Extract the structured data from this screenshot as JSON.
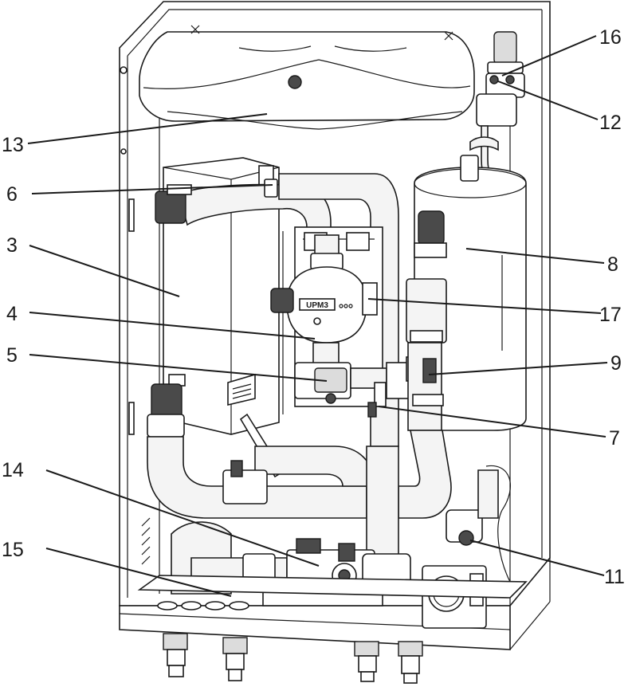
{
  "callouts": [
    {
      "id": "16",
      "label": "16"
    },
    {
      "id": "12",
      "label": "12"
    },
    {
      "id": "13",
      "label": "13"
    },
    {
      "id": "6",
      "label": "6"
    },
    {
      "id": "3",
      "label": "3"
    },
    {
      "id": "8",
      "label": "8"
    },
    {
      "id": "4",
      "label": "4"
    },
    {
      "id": "17",
      "label": "17"
    },
    {
      "id": "5",
      "label": "5"
    },
    {
      "id": "9",
      "label": "9"
    },
    {
      "id": "7",
      "label": "7"
    },
    {
      "id": "14",
      "label": "14"
    },
    {
      "id": "15",
      "label": "15"
    },
    {
      "id": "11",
      "label": "11"
    }
  ],
  "pump_badge": "UPM3",
  "colors": {
    "line": "#1a1a1a",
    "fill": "#ffffff",
    "shade": "#dcdcdc"
  }
}
